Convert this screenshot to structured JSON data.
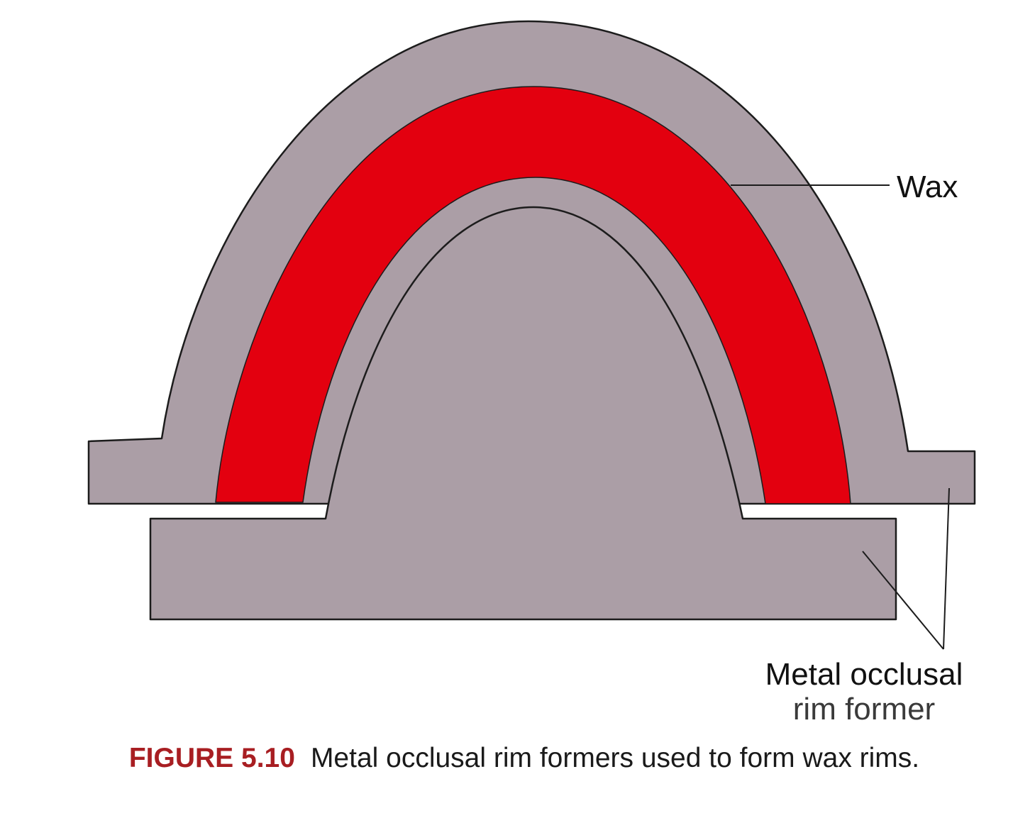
{
  "labels": {
    "wax": "Wax",
    "former_line1": "Metal occlusal",
    "former_line2": "rim former"
  },
  "caption": {
    "figure_number": "FIGURE 5.10",
    "text": "Metal occlusal rim formers used to form wax rims."
  },
  "colors": {
    "metal": "#ab9ea6",
    "wax": "#e3000f",
    "outline": "#1c1c1c",
    "figure_number": "#a81e22"
  }
}
